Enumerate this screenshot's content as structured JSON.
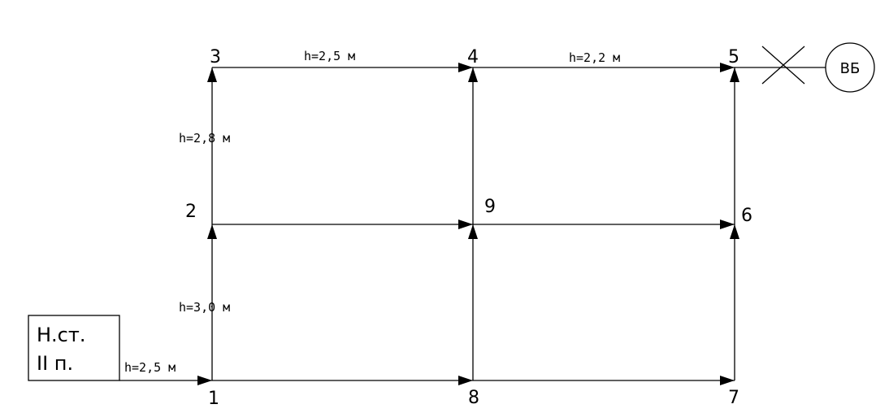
{
  "nodes": [
    {
      "id": "1",
      "label": "1"
    },
    {
      "id": "2",
      "label": "2"
    },
    {
      "id": "3",
      "label": "3"
    },
    {
      "id": "4",
      "label": "4"
    },
    {
      "id": "5",
      "label": "5"
    },
    {
      "id": "6",
      "label": "6"
    },
    {
      "id": "7",
      "label": "7"
    },
    {
      "id": "8",
      "label": "8"
    },
    {
      "id": "9",
      "label": "9"
    }
  ],
  "edges": [
    {
      "from": "station",
      "to": "1",
      "label": "h=2,5 м"
    },
    {
      "from": "1",
      "to": "2",
      "label": "h=3,0 м"
    },
    {
      "from": "2",
      "to": "3",
      "label": "h=2,8 м"
    },
    {
      "from": "3",
      "to": "4",
      "label": "h=2,5 м"
    },
    {
      "from": "4",
      "to": "5",
      "label": "h=2,2 м"
    },
    {
      "from": "1",
      "to": "8",
      "label": ""
    },
    {
      "from": "8",
      "to": "7",
      "label": ""
    },
    {
      "from": "2",
      "to": "9",
      "label": ""
    },
    {
      "from": "9",
      "to": "6",
      "label": ""
    },
    {
      "from": "8",
      "to": "9",
      "label": ""
    },
    {
      "from": "9",
      "to": "4",
      "label": ""
    },
    {
      "from": "7",
      "to": "6",
      "label": ""
    },
    {
      "from": "6",
      "to": "5",
      "label": ""
    }
  ],
  "station": {
    "line1": "Н.ст.",
    "line2": "II п."
  },
  "tower": {
    "label": "ВБ"
  }
}
